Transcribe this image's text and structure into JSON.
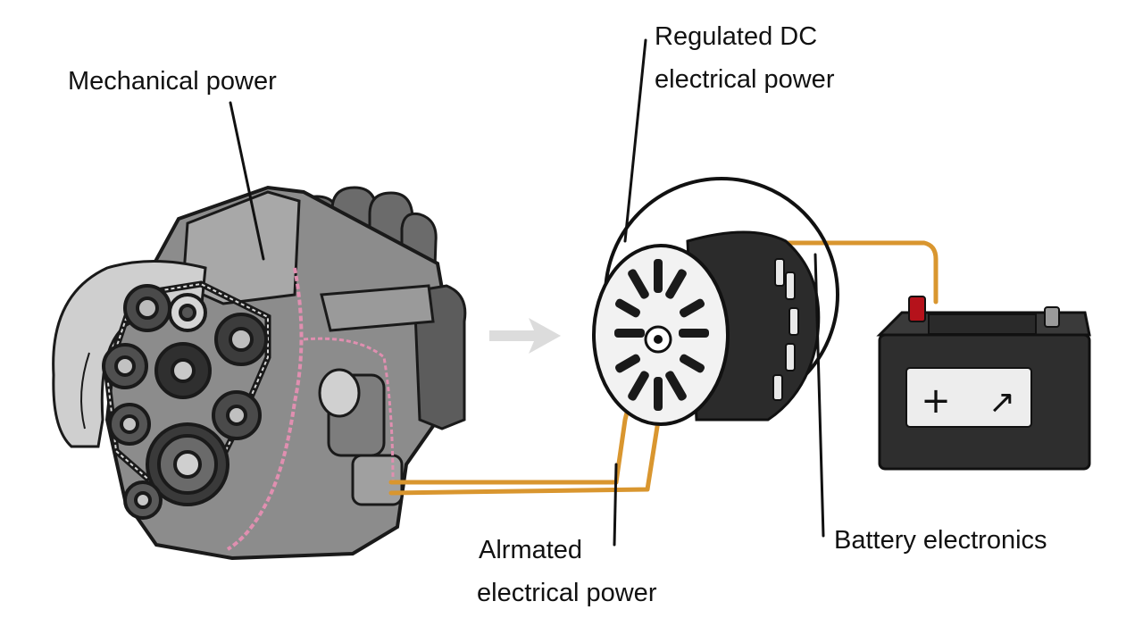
{
  "labels": {
    "mechanical_power": "Mechanical power",
    "regulated_dc_line1": "Regulated DC",
    "regulated_dc_line2": "electrical power",
    "armated_line1": "Alrmated",
    "armated_line2": "electrical power",
    "battery_electronics": "Battery electronics"
  },
  "battery_face": {
    "left_symbol": "+",
    "right_symbol": "↗"
  },
  "colors": {
    "wire": "#d9962f",
    "pink_harness": "#e08fb0",
    "terminal_positive": "#b5121b",
    "battery_body": "#2e2e2e",
    "leader_line": "#111111"
  },
  "icons": {
    "engine": "car-engine-icon",
    "alternator": "alternator-icon",
    "battery": "car-battery-icon",
    "arrow": "flow-arrow-icon"
  }
}
